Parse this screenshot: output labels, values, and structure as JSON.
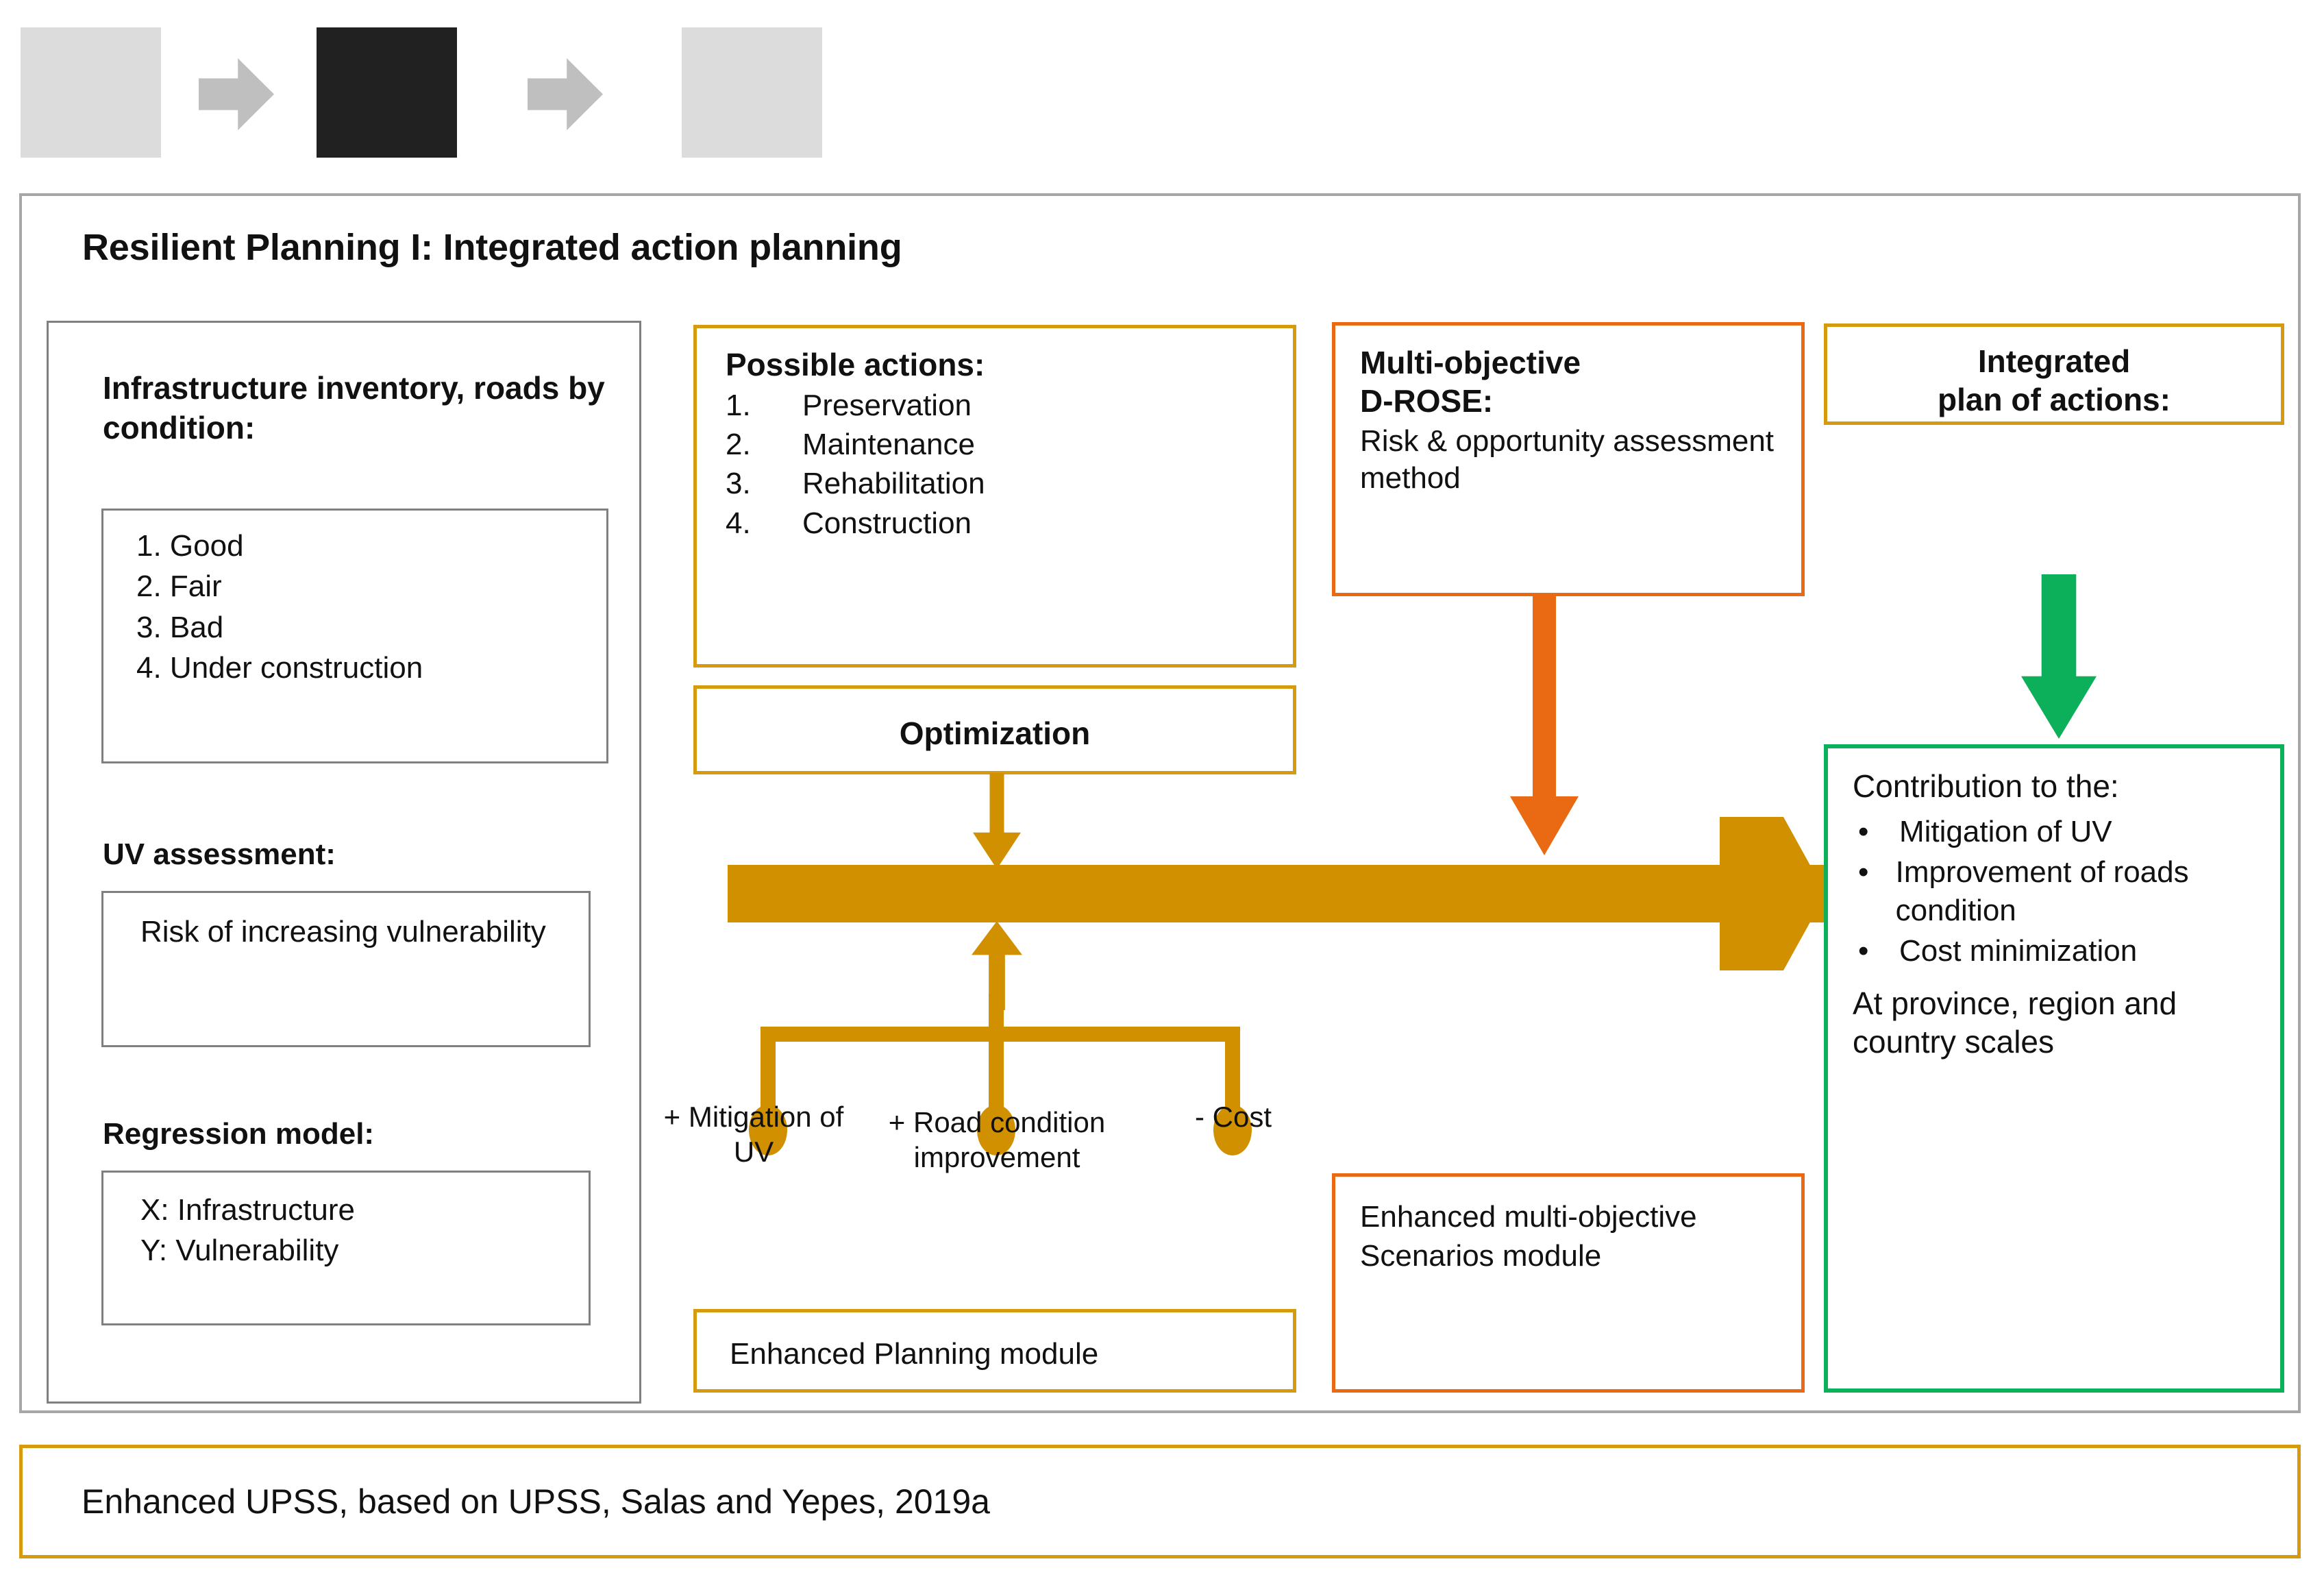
{
  "progress": {
    "steps": [
      "step-1-inactive",
      "step-2-active",
      "step-3-inactive"
    ],
    "arrows": [
      "arrow-right-icon",
      "arrow-right-icon"
    ]
  },
  "title": "Resilient Planning I: Integrated action planning",
  "left_panel": {
    "heading": "Infrastructure inventory, roads by condition:",
    "conditions": [
      "1. Good",
      "2. Fair",
      "3. Bad",
      "4. Under construction"
    ],
    "uv_assessment_title": "UV assessment:",
    "uv_assessment_text": "Risk of increasing vulnerability",
    "regression_title": "Regression model:",
    "regression_lines": [
      "X: Infrastructure",
      "Y: Vulnerability"
    ]
  },
  "actions": {
    "title_normal": "Possible ",
    "title_bold": "actions:",
    "items": [
      {
        "num": "1.",
        "label": "Preservation"
      },
      {
        "num": "2.",
        "label": "Maintenance"
      },
      {
        "num": "3.",
        "label": "Rehabilitation"
      },
      {
        "num": "4.",
        "label": "Construction"
      }
    ]
  },
  "optimization": {
    "label": "Optimization",
    "objectives": [
      "+ Mitigation of UV",
      "+ Road condition improvement",
      "- Cost"
    ]
  },
  "planning_module": {
    "label": "Enhanced Planning module"
  },
  "drose": {
    "title_line1": "Multi-objective",
    "title_line2": "D-ROSE",
    "title_colon": ":",
    "subtitle": "Risk & opportunity assessment method"
  },
  "scenarios_module": {
    "label": "Enhanced multi-objective Scenarios module"
  },
  "plan": {
    "title_line1": "Integrated",
    "title_line2": "plan of actions:"
  },
  "contribution": {
    "title": "Contribution to the:",
    "bullets": [
      "Mitigation of UV",
      "Improvement of roads condition",
      "Cost minimization"
    ],
    "scales": "At province, region and country scales",
    "bullet_glyph": "•"
  },
  "footer": {
    "text": "Enhanced UPSS, based on UPSS, Salas and Yepes, 2019a"
  },
  "colors": {
    "gold": "#D09000",
    "gold_border": "#D69A10",
    "orange": "#EA6A13",
    "green": "#0CB05A",
    "gray_border": "#808080",
    "frame_border": "#A6A6A6",
    "progress_light": "#DCDCDC",
    "progress_dark": "#212121",
    "progress_arrow": "#BFBFBF"
  }
}
